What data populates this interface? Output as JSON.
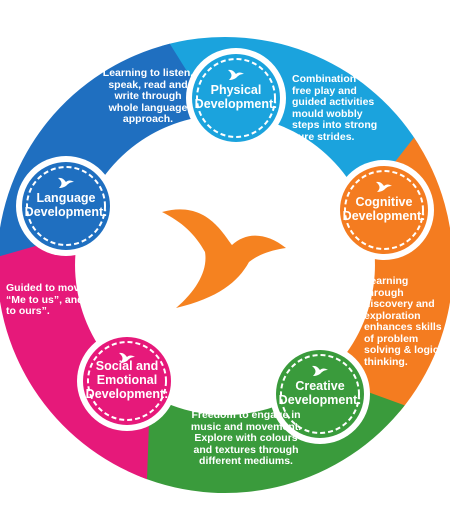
{
  "colors": {
    "physical": "#1ba3dd",
    "cognitive": "#f47c20",
    "creative": "#3a9b3c",
    "social": "#e6197a",
    "language": "#1f6fc0",
    "title_text": "#134a8a",
    "bird": "#f58220"
  },
  "center_logo": {
    "icon": "bird-icon"
  },
  "nodes": [
    {
      "key": "physical",
      "title_line1": "Physical",
      "title_line2": "Development:",
      "icon": "bird-icon"
    },
    {
      "key": "cognitive",
      "title_line1": "Cognitive",
      "title_line2": "Development:",
      "icon": "bird-icon"
    },
    {
      "key": "creative",
      "title_line1": "Creative",
      "title_line2": "Development:",
      "icon": "bird-icon"
    },
    {
      "key": "social",
      "title_line1": "Social and",
      "title_line2": "Emotional",
      "title_line3": "Development:",
      "icon": "bird-icon"
    },
    {
      "key": "language",
      "title_line1": "Language",
      "title_line2": "Development:",
      "icon": "bird-icon"
    }
  ],
  "descriptions": {
    "physical": "Combination of free play and guided activities mould wobbly steps into strong sure strides.",
    "cognitive": "Learning through discovery and exploration enhances skills of problem solving & logical thinking.",
    "creative": "Freedom to engage in music and movement. Explore with colours and textures through different mediums.",
    "social": "Guided to move from “Me to us”, and “Mine to ours”.",
    "language": "Learning to listen, speak, read and write through whole language approach."
  }
}
